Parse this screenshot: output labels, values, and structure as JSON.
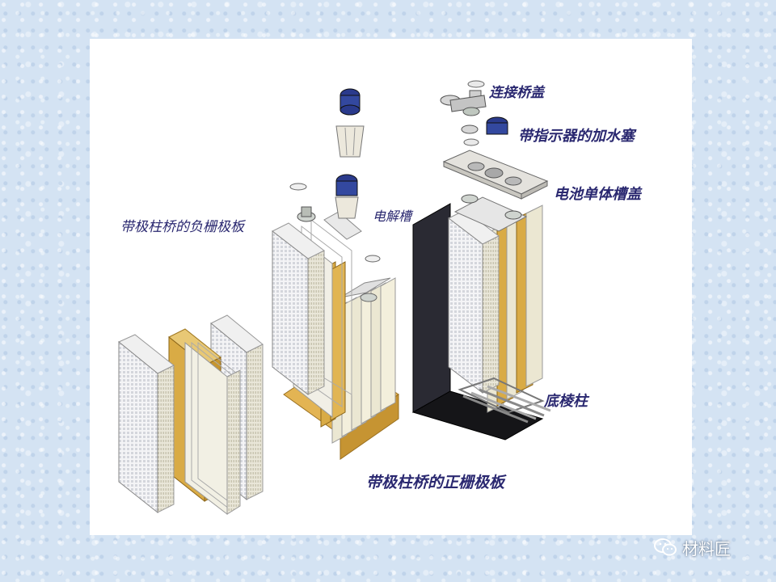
{
  "labels": {
    "connecting_bridge_cover": "连接桥盖",
    "indicator_plug": "带指示器的加水塞",
    "cell_lid": "电池单体槽盖",
    "electrolytic_tank": "电解槽",
    "negative_plate": "带极柱桥的负栅极板",
    "bottom_ridge": "底棱柱",
    "positive_plate": "带极柱桥的正栅极板"
  },
  "watermark": {
    "icon": "wechat-icon",
    "text": "材料匠"
  },
  "colors": {
    "background": "#d4e3f3",
    "label": "#2a2870",
    "plate_gold": "#d9ab45",
    "tank_dark": "#2a2a33",
    "plug_blue": "#2a3a8c"
  }
}
